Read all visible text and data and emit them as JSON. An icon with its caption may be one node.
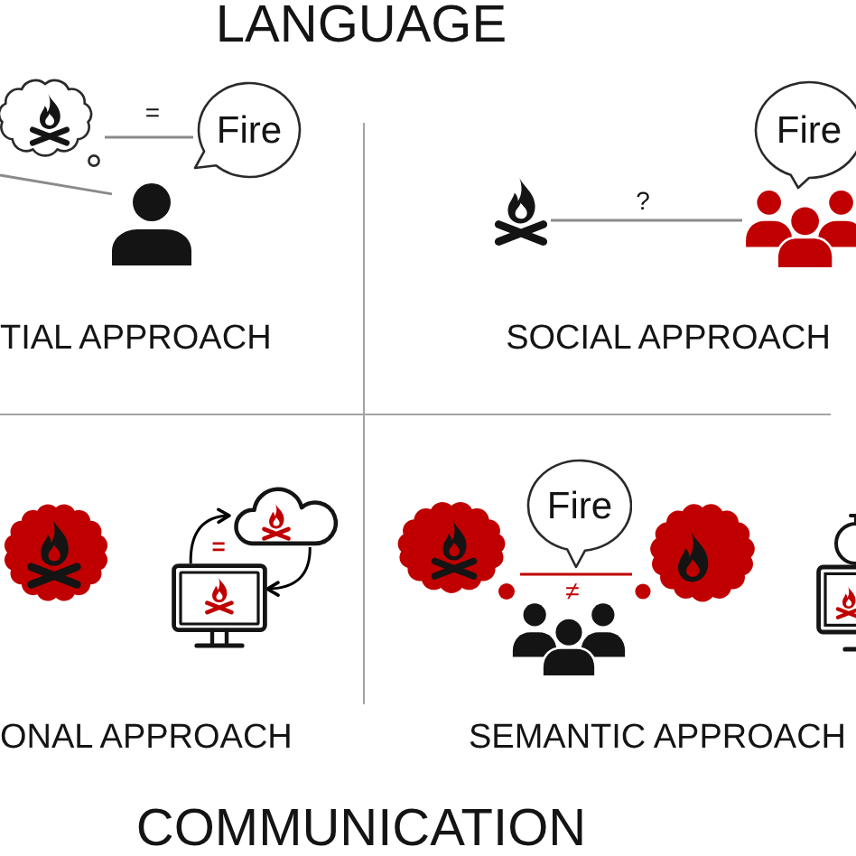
{
  "diagram": {
    "nodes": [
      {
        "text": [],
        "shape": "cloud"
      },
      {
        "text": [
          "Fire"
        ]
      },
      {
        "text": [],
        "shape": "person"
      },
      {
        "text": [
          "Fire"
        ]
      },
      {
        "text": [],
        "shape": "picture"
      },
      {
        "text": [],
        "shape": "person"
      },
      {
        "text": [],
        "shape": "cloud"
      },
      {
        "text": [],
        "shape": "picture"
      },
      {
        "text": [
          "Fire"
        ]
      },
      {
        "text": [],
        "shape": "cloud"
      },
      {
        "text": [],
        "shape": "cloud"
      },
      {
        "text": [],
        "shape": "person"
      }
    ],
    "edges": [
      {
        "from": 0,
        "to": 1,
        "arrow": "none",
        "label": "="
      },
      {
        "from": null,
        "to": 2,
        "arrow": "none"
      },
      {
        "from": 4,
        "to": 5,
        "arrow": "none",
        "label": "?"
      },
      {
        "from": 7,
        "to": 6,
        "arrow": "to",
        "color": "#000000"
      },
      {
        "from": 6,
        "to": 7,
        "arrow": "to",
        "color": "#000000"
      },
      {
        "from": 9,
        "to": 10,
        "arrow": "none",
        "label": "≠",
        "color": "#c00000"
      }
    ],
    "labels": [
      "LANGUAGE",
      "TIAL APPROACH",
      "SOCIAL APPROACH",
      "=",
      "ONAL APPROACH",
      "SEMANTIC APPROACH",
      "COMMUNICATION"
    ]
  }
}
